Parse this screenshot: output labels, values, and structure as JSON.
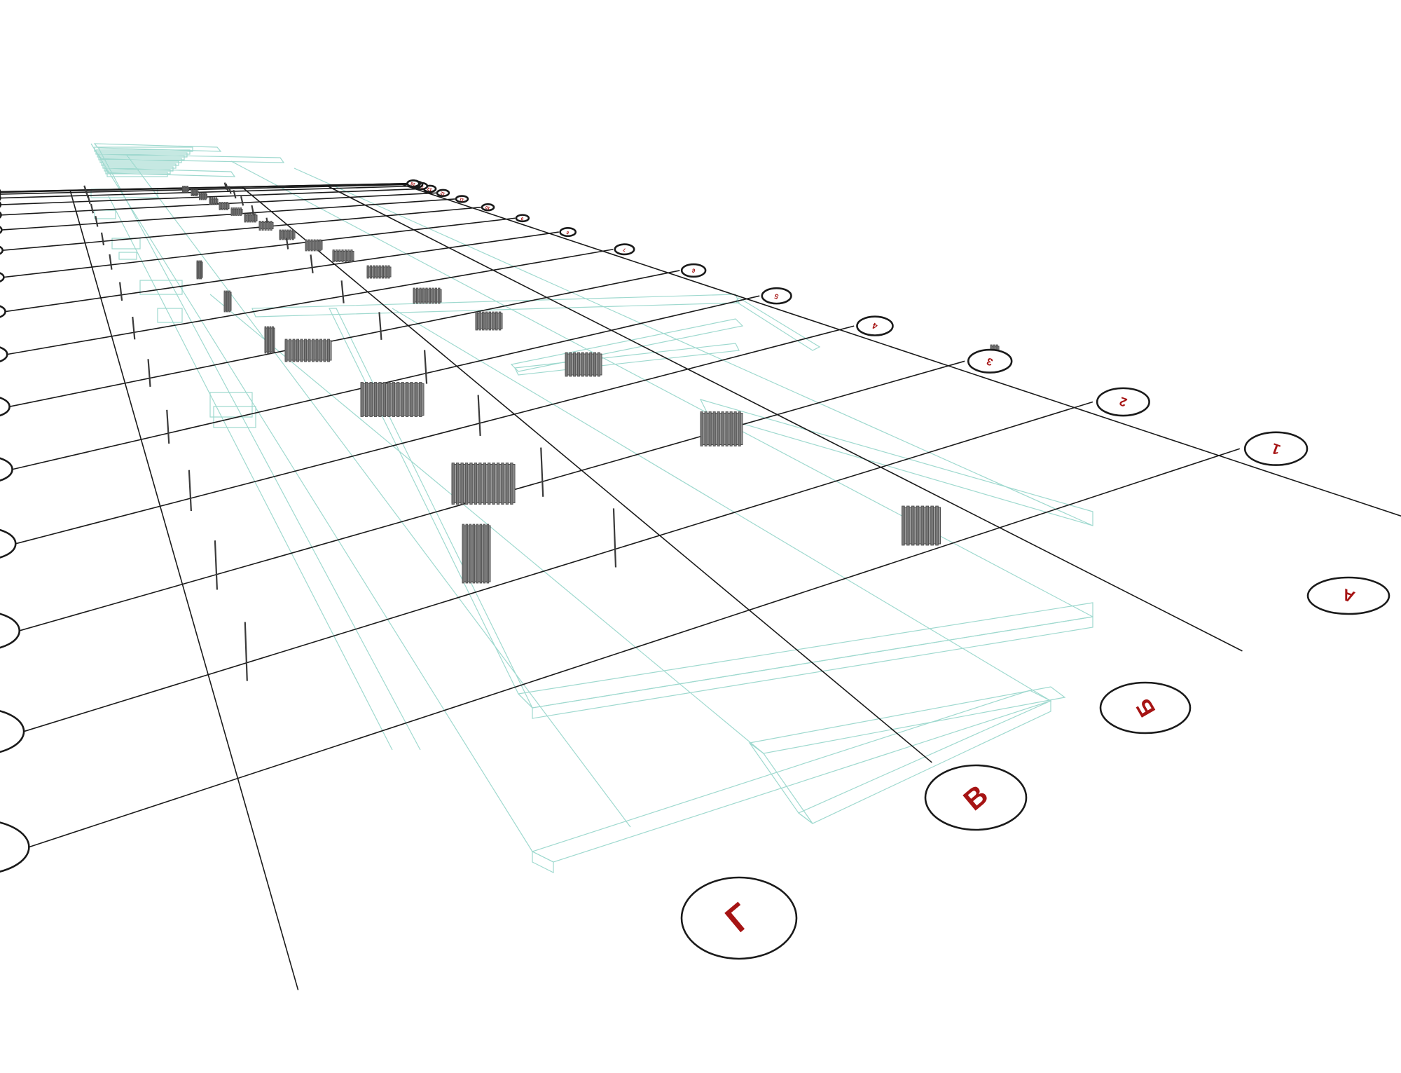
{
  "axes": {
    "cross": [
      {
        "label": "1"
      },
      {
        "label": "2"
      },
      {
        "label": "3"
      },
      {
        "label": "4"
      },
      {
        "label": "5"
      },
      {
        "label": "6"
      },
      {
        "label": "7"
      },
      {
        "label": "8"
      },
      {
        "label": "9"
      },
      {
        "label": "10"
      },
      {
        "label": "11"
      },
      {
        "label": "12"
      },
      {
        "label": "13"
      },
      {
        "label": "14"
      },
      {
        "label": "15"
      },
      {
        "label": "16"
      },
      {
        "label": "17"
      },
      {
        "label": "18"
      }
    ],
    "long": [
      {
        "label": "Г"
      },
      {
        "label": "В"
      },
      {
        "label": "Б"
      },
      {
        "label": "А"
      }
    ]
  },
  "colors": {
    "grid_line": "#1a1a1a",
    "axis_label": "#a61414",
    "wireframe": "#9fd9cf",
    "radiator": "#808080"
  }
}
